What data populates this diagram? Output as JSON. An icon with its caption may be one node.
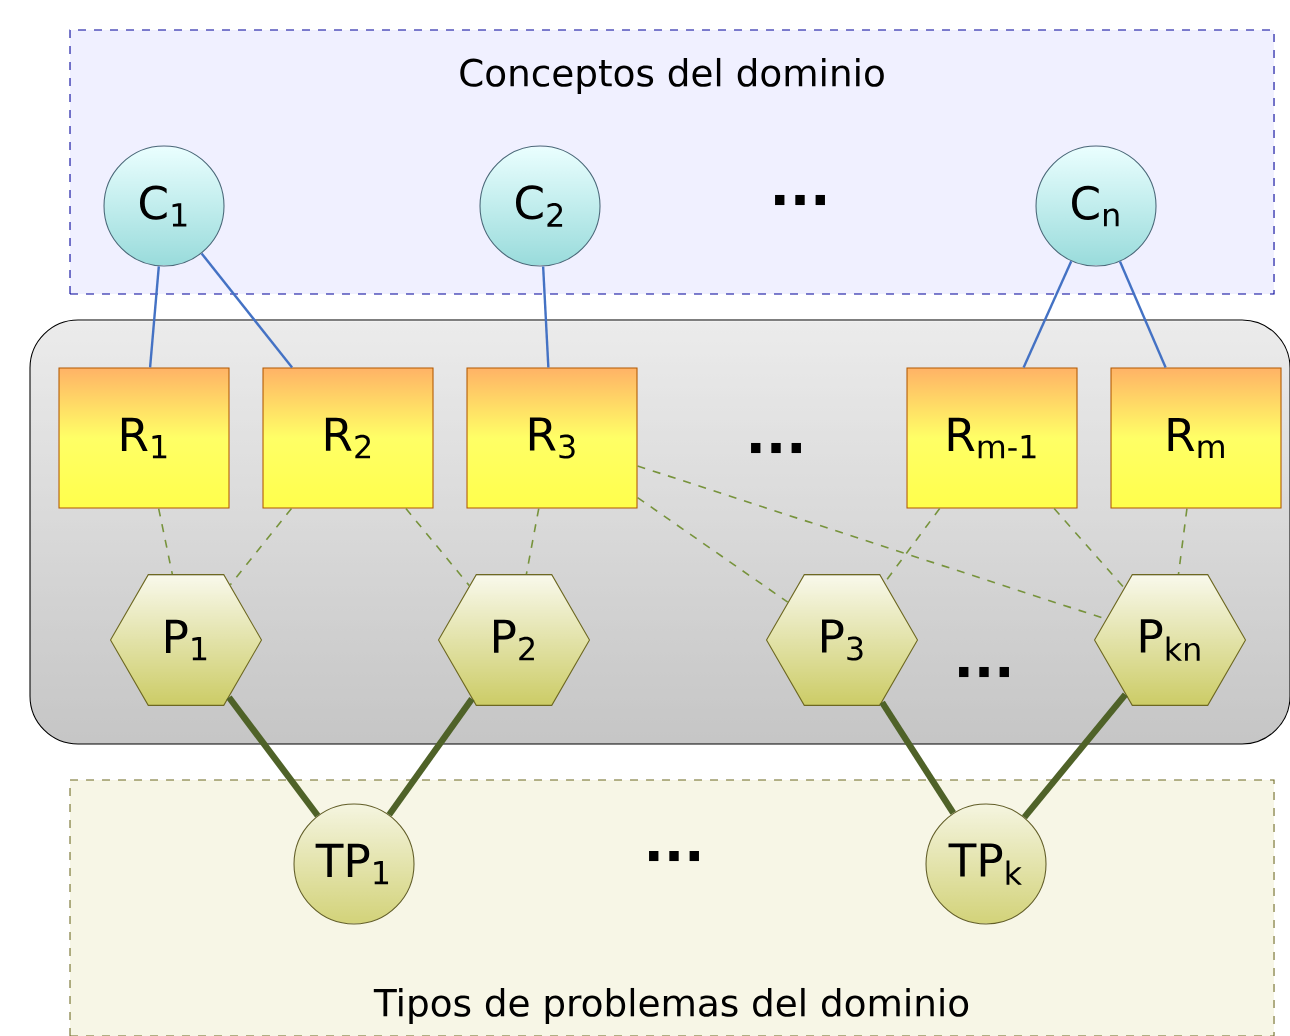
{
  "diagram": {
    "nodes": [
      {
        "text": [
          "Conceptos del dominio"
        ]
      },
      {
        "text": [
          "C$_{1}$"
        ],
        "in": 0
      },
      {
        "text": [
          "C$_{2}$"
        ],
        "in": 0
      },
      {
        "text": [
          "C$_{n}$"
        ],
        "in": 0
      },
      {
        "text": [],
        "shape": "box"
      },
      {
        "text": [
          "R$_{1}$"
        ],
        "in": 4
      },
      {
        "text": [
          "R$_{2}$"
        ],
        "in": 4
      },
      {
        "text": [
          "R$_{3}$"
        ],
        "in": 4
      },
      {
        "text": [
          "R$_{m-1}$"
        ],
        "in": 4
      },
      {
        "text": [
          "R$_{m}$"
        ],
        "in": 4
      },
      {
        "text": [
          "P$_{1}$"
        ],
        "in": 4
      },
      {
        "text": [
          "P$_{2}$"
        ],
        "in": 4
      },
      {
        "text": [
          "P$_{3}$"
        ],
        "in": 4
      },
      {
        "text": [
          "P$_{kn}$"
        ],
        "in": 4
      },
      {
        "text": [
          "Tipos de problemas del dominio"
        ]
      },
      {
        "text": [
          "TP$_{1}$"
        ],
        "in": 14
      },
      {
        "text": [
          "TP$_{k}$"
        ],
        "in": 14
      }
    ],
    "edges": [
      {
        "from": 1,
        "to": 5,
        "arrow": "none",
        "color": "#4472c4"
      },
      {
        "from": 1,
        "to": 6,
        "arrow": "none",
        "color": "#4472c4"
      },
      {
        "from": 2,
        "to": 7,
        "arrow": "none",
        "color": "#4472c4"
      },
      {
        "from": 3,
        "to": 8,
        "arrow": "none",
        "color": "#4472c4"
      },
      {
        "from": 3,
        "to": 9,
        "arrow": "none",
        "color": "#4472c4"
      },
      {
        "from": 5,
        "to": 10,
        "arrow": "none",
        "style": "dashed"
      },
      {
        "from": 6,
        "to": 10,
        "arrow": "none",
        "style": "dashed"
      },
      {
        "from": 6,
        "to": 11,
        "arrow": "none",
        "style": "dashed"
      },
      {
        "from": 7,
        "to": 11,
        "arrow": "none",
        "style": "dashed"
      },
      {
        "from": 7,
        "to": 12,
        "arrow": "none",
        "style": "dashed"
      },
      {
        "from": 7,
        "to": 13,
        "arrow": "none",
        "style": "dashed"
      },
      {
        "from": 8,
        "to": 12,
        "arrow": "none",
        "style": "dashed"
      },
      {
        "from": 8,
        "to": 13,
        "arrow": "none",
        "style": "dashed"
      },
      {
        "from": 9,
        "to": 13,
        "arrow": "none",
        "style": "dashed"
      },
      {
        "from": 10,
        "to": 15,
        "arrow": "none",
        "style": "thick",
        "color": "#4f6228"
      },
      {
        "from": 11,
        "to": 15,
        "arrow": "none",
        "style": "thick",
        "color": "#4f6228"
      },
      {
        "from": 12,
        "to": 16,
        "arrow": "none",
        "style": "thick",
        "color": "#4f6228"
      },
      {
        "from": 13,
        "to": 16,
        "arrow": "none",
        "style": "thick",
        "color": "#4f6228"
      }
    ],
    "labels": [
      "...",
      "...",
      "...",
      "..."
    ]
  }
}
